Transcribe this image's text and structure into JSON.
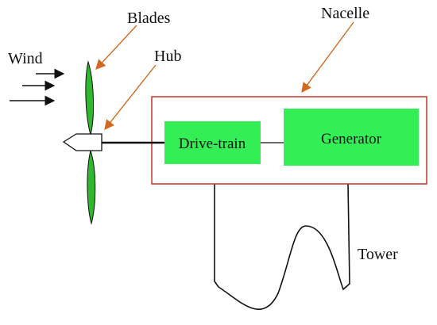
{
  "labels": {
    "wind": "Wind",
    "blades": "Blades",
    "hub": "Hub",
    "nacelle": "Nacelle",
    "tower": "Tower"
  },
  "components": {
    "drive_train": "Drive-train",
    "generator": "Generator"
  },
  "colors": {
    "blade_fill": "#2db82d",
    "box_fill": "#33ee55",
    "nacelle_border": "#c0392b",
    "pointer_arrow": "#d2691e",
    "line": "#111111"
  }
}
